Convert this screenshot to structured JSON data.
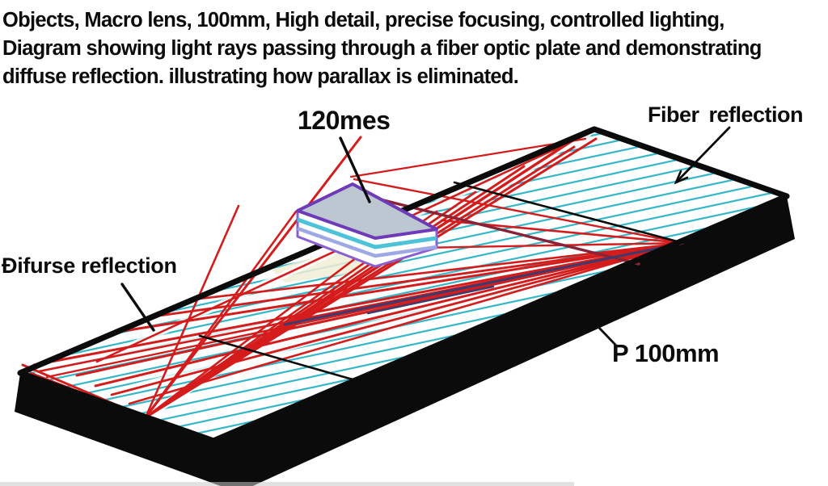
{
  "title": {
    "line1": "Objects, Macro lens, 100mm, High detail, precise focusing, controlled lighting,",
    "line2": "Diagram showing light rays passing through a fiber optic plate  and demonstrating",
    "line3": "diffuse reflection.  illustrating how parallax is eliminated."
  },
  "labels": {
    "lens_label": "120mes",
    "fiber_reflection": "Fiber reflection",
    "diffuse_reflection": "Đifurse reflection",
    "plate_dimension": "P 100mm"
  },
  "colors": {
    "background": "#ffffff",
    "text": "#0c0c0c",
    "plate_edge": "#0b0b0b",
    "fiber_stripe": "#35b7c9",
    "light_ray": "#d41c1c",
    "ray_dark_red": "#8b2336",
    "ray_dark_blue": "#3d3b6e",
    "lens_border": "#6e3ab8",
    "lens_side_border": "#8a5fd0",
    "lens_top": "#bcc7d1",
    "lens_stripe_cyan": "#4cc3d8",
    "lens_stripe_blue": "#9da8e4",
    "highlight_cream": "#f1edd6",
    "bottom_strip_gray": "#c8c8c8"
  }
}
